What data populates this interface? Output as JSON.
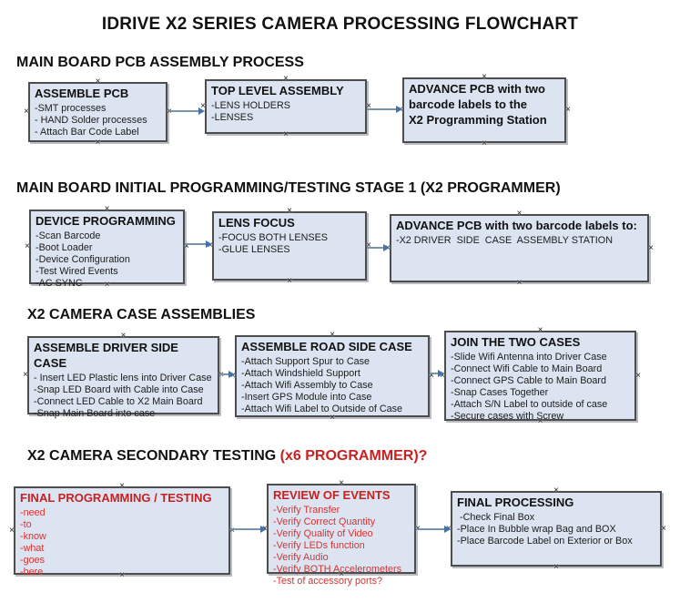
{
  "title": "IDRIVE X2  SERIES CAMERA PROCESSING FLOWCHART",
  "colors": {
    "box_fill": "#dbe4f0",
    "box_border": "#4d4d4d",
    "arrow_line": "#7a93ad",
    "arrow_head": "#4472a8",
    "red": "#c82121",
    "red_item": "#d53333",
    "text": "#111111"
  },
  "icons": {
    "connector_handle": "×",
    "arrow_head": "right-triangle"
  },
  "sections": [
    {
      "header": "MAIN BOARD PCB ASSEMBLY PROCESS",
      "header_red": "",
      "boxes": [
        {
          "title": "ASSEMBLE PCB",
          "red": false,
          "items": [
            "-SMT processes",
            "- HAND Solder processes",
            "- Attach Bar Code Label"
          ]
        },
        {
          "title": "TOP LEVEL ASSEMBLY",
          "red": false,
          "items": [
            "-LENS HOLDERS",
            "-LENSES"
          ]
        },
        {
          "title": "ADVANCE PCB with two\nbarcode labels to the\n X2 Programming Station",
          "red": false,
          "items": []
        }
      ]
    },
    {
      "header": "MAIN BOARD INITIAL PROGRAMMING/TESTING STAGE 1 (X2 PROGRAMMER)",
      "header_red": "",
      "boxes": [
        {
          "title": "DEVICE PROGRAMMING",
          "red": false,
          "items": [
            "-Scan Barcode",
            "-Boot Loader",
            "-Device Configuration",
            "-Test Wired Events",
            "-AC SYNC"
          ]
        },
        {
          "title": "LENS FOCUS",
          "red": false,
          "items": [
            "-FOCUS BOTH LENSES",
            "-GLUE LENSES"
          ]
        },
        {
          "title": "ADVANCE PCB with two barcode labels to:",
          "red": false,
          "items": [
            "-X2 DRIVER  SIDE  CASE  ASSEMBLY STATION"
          ]
        }
      ]
    },
    {
      "header": "X2 CAMERA CASE ASSEMBLIES",
      "header_red": "",
      "boxes": [
        {
          "title": "ASSEMBLE DRIVER SIDE CASE",
          "red": false,
          "items": [
            "- Insert LED Plastic lens into Driver Case",
            "-Snap LED Board with Cable into Case",
            "-Connect LED Cable to X2 Main Board",
            "-Snap Main Board into case"
          ]
        },
        {
          "title": "ASSEMBLE ROAD SIDE CASE",
          "red": false,
          "items": [
            "-Attach Support Spur to Case",
            "-Attach Windshield Support",
            "-Attach Wifi Assembly to Case",
            "-Insert GPS Module into Case",
            "-Attach Wifi Label to Outside of Case"
          ]
        },
        {
          "title": "JOIN THE TWO CASES",
          "red": false,
          "items": [
            "-Slide Wifi Antenna into Driver Case",
            "-Connect Wifi Cable to Main Board",
            "-Connect GPS Cable to Main Board",
            "-Snap Cases Together",
            "-Attach S/N Label to outside of case",
            "-Secure cases with Screw"
          ]
        }
      ]
    },
    {
      "header": "X2 CAMERA SECONDARY TESTING",
      "header_red": " (x6 PROGRAMMER)?",
      "boxes": [
        {
          "title": "FINAL PROGRAMMING / TESTING",
          "red": true,
          "items": [
            "-need",
            "-to",
            "-know",
            "-what",
            "-goes",
            "-here"
          ]
        },
        {
          "title": "REVIEW OF EVENTS",
          "red": true,
          "items": [
            "-Verify Transfer",
            "-Verify Correct Quantity",
            "-Verify Quality of Video",
            "-Verify LEDs function",
            "-Verify Audio",
            "-Verify BOTH Accelerometers",
            "-Test of accessory ports?"
          ]
        },
        {
          "title": "FINAL PROCESSING",
          "red": false,
          "items": [
            " -Check Final Box",
            "-Place In Bubble wrap Bag and BOX",
            "-Place Barcode Label on Exterior or Box"
          ]
        }
      ]
    }
  ]
}
